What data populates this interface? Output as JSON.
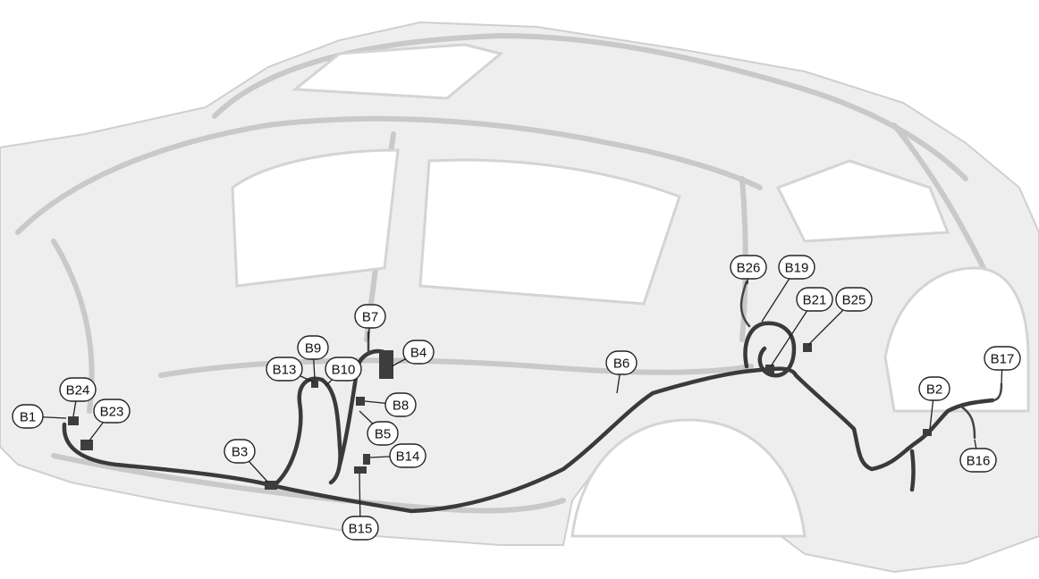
{
  "colors": {
    "harness": "#3a3a3a",
    "body_shading": "#eeeeee",
    "body_outline": "#c9c9c9",
    "label_border": "#222222"
  },
  "callouts": [
    {
      "id": "b1",
      "label": "B1"
    },
    {
      "id": "b24",
      "label": "B24"
    },
    {
      "id": "b23",
      "label": "B23"
    },
    {
      "id": "b3",
      "label": "B3"
    },
    {
      "id": "b13",
      "label": "B13"
    },
    {
      "id": "b9",
      "label": "B9"
    },
    {
      "id": "b10",
      "label": "B10"
    },
    {
      "id": "b7",
      "label": "B7"
    },
    {
      "id": "b4",
      "label": "B4"
    },
    {
      "id": "b8",
      "label": "B8"
    },
    {
      "id": "b5",
      "label": "B5"
    },
    {
      "id": "b14",
      "label": "B14"
    },
    {
      "id": "b15",
      "label": "B15"
    },
    {
      "id": "b6",
      "label": "B6"
    },
    {
      "id": "b26",
      "label": "B26"
    },
    {
      "id": "b19",
      "label": "B19"
    },
    {
      "id": "b21",
      "label": "B21"
    },
    {
      "id": "b25",
      "label": "B25"
    },
    {
      "id": "b2",
      "label": "B2"
    },
    {
      "id": "b17",
      "label": "B17"
    },
    {
      "id": "b16",
      "label": "B16"
    }
  ]
}
